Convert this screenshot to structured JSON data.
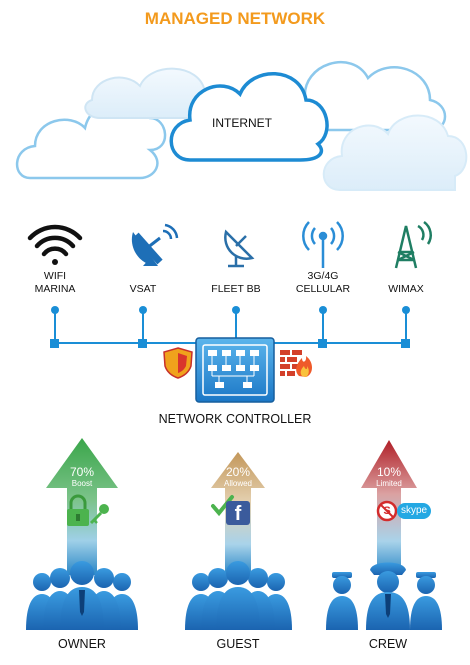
{
  "title": "MANAGED NETWORK",
  "colors": {
    "title": "#f39a1d",
    "cloud_stroke": "#5fb2e3",
    "cloud_fill_light": "#e6f2fb",
    "line": "#1a8ed6",
    "icon_black": "#111111",
    "icon_blue": "#1e6fb7",
    "owner_arrow": "#2e9e3f",
    "guest_arrow": "#c79a5a",
    "crew_arrow": "#b8262b"
  },
  "internet": {
    "label": "INTERNET"
  },
  "connections": [
    {
      "icon": "wifi-icon",
      "label_line1": "WIFI",
      "label_line2": "MARINA"
    },
    {
      "icon": "satellite-dish-icon",
      "label_line1": "VSAT",
      "label_line2": ""
    },
    {
      "icon": "fleet-dish-icon",
      "label_line1": "FLEET BB",
      "label_line2": ""
    },
    {
      "icon": "cellular-antenna-icon",
      "label_line1": "3G/4G",
      "label_line2": "CELLULAR"
    },
    {
      "icon": "wimax-tower-icon",
      "label_line1": "WIMAX",
      "label_line2": ""
    }
  ],
  "controller": {
    "label": "NETWORK CONTROLLER",
    "left_icon": "shield-icon",
    "right_icon": "firewall-icon"
  },
  "groups": [
    {
      "role": "OWNER",
      "percent": "70%",
      "mode": "Boost",
      "icons": [
        "lock-icon",
        "key-icon"
      ]
    },
    {
      "role": "GUEST",
      "percent": "20%",
      "mode": "Allowed",
      "icons": [
        "check-icon",
        "facebook-icon"
      ]
    },
    {
      "role": "CREW",
      "percent": "10%",
      "mode": "Limited",
      "icons": [
        "blocked-icon",
        "skype-icon"
      ],
      "blocked_text": "S",
      "skype_text": "skype"
    }
  ],
  "guest_fb_text": "f"
}
